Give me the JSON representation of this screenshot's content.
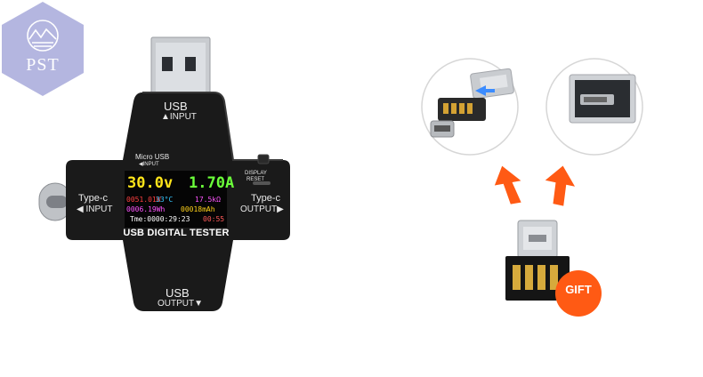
{
  "logo": {
    "text": "PST"
  },
  "tester": {
    "top_port_label": "USB",
    "top_port_dir": "▲INPUT",
    "micro_label": "Micro USB",
    "micro_dir": "◀INPUT",
    "left_port_label": "Type-c",
    "left_port_dir": "◀ INPUT",
    "right_port_label": "Type-c",
    "right_port_dir": "OUTPUT▶",
    "bottom_port_label": "USB",
    "bottom_port_dir": "OUTPUT▼",
    "button_label_1": "DISPLAY",
    "button_label_2": "RESET",
    "title": "USB DIGITAL TESTER"
  },
  "screen": {
    "voltage": "30.0v",
    "current": "1.70A",
    "power": "0051.01W",
    "temperature": "33°C",
    "resistance": "17.5kΩ",
    "energy": "0006.19Wh",
    "capacity": "00018mAh",
    "time": "Tme:0000:29:23",
    "timer": "00:55"
  },
  "gift": {
    "label": "GIFT"
  },
  "colors": {
    "logo": "#b4b6e0",
    "tester_body": "#1a1a1a",
    "arrow": "#ff5a14",
    "gift_badge": "#ff5a14"
  }
}
